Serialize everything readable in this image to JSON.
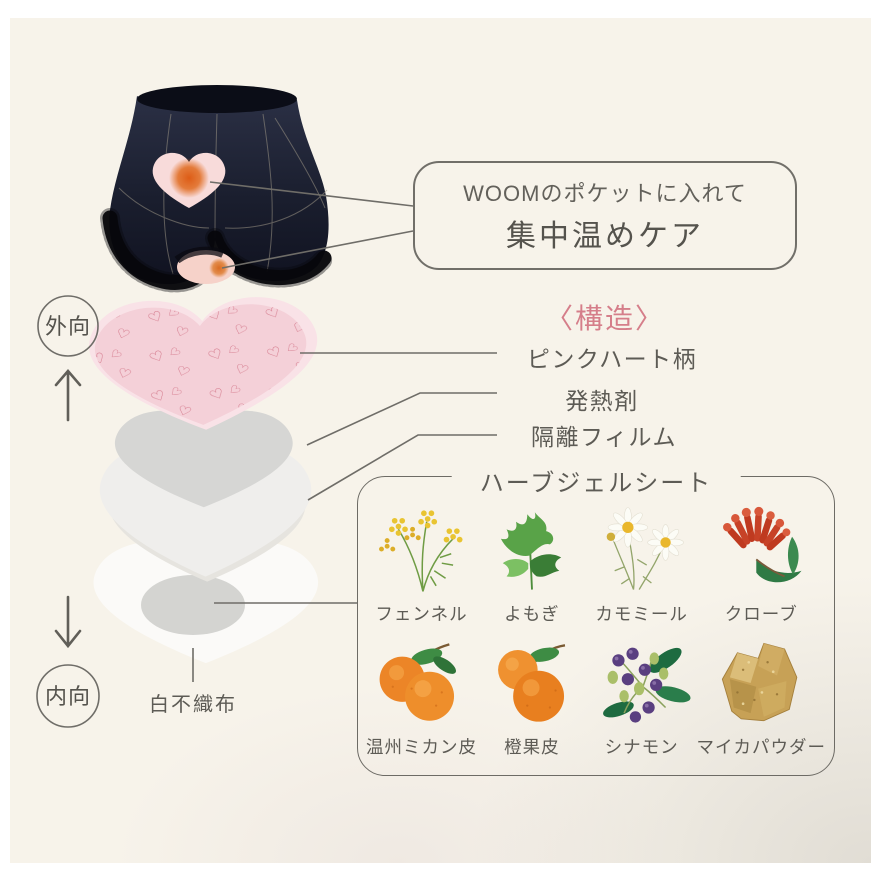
{
  "callout": {
    "line1": "WOOMのポケットに入れて",
    "line2": "集中温めケア"
  },
  "structure": {
    "heading": "〈構造〉",
    "layer_labels": [
      "ピンクハート柄",
      "発熱剤",
      "隔離フィルム"
    ],
    "bottom_label": "白不織布"
  },
  "orientation": {
    "outward": "外向",
    "inward": "内向"
  },
  "herb_box": {
    "title": "ハーブジェルシート",
    "herbs": [
      {
        "name": "フェンネル"
      },
      {
        "name": "よもぎ"
      },
      {
        "name": "カモミール"
      },
      {
        "name": "クローブ"
      },
      {
        "name": "温州ミカン皮"
      },
      {
        "name": "橙果皮"
      },
      {
        "name": "シナモン"
      },
      {
        "name": "マイカパウダー"
      }
    ]
  },
  "colors": {
    "panel_bg": "#f7f3ea",
    "accent_pink": "#d57e8a",
    "pattern_pink": "#cb5f75",
    "sheet_pink": "#f4d0d8",
    "heating_gray": "#d6d6d4",
    "film_gray": "#efeeec",
    "nonwoven_white": "#fbfaf8",
    "warm_orange": "#df5f1a",
    "line_gray": "#6f6d68",
    "text_gray": "#5d5b55",
    "shorts_navy": "#1a1e2e"
  }
}
